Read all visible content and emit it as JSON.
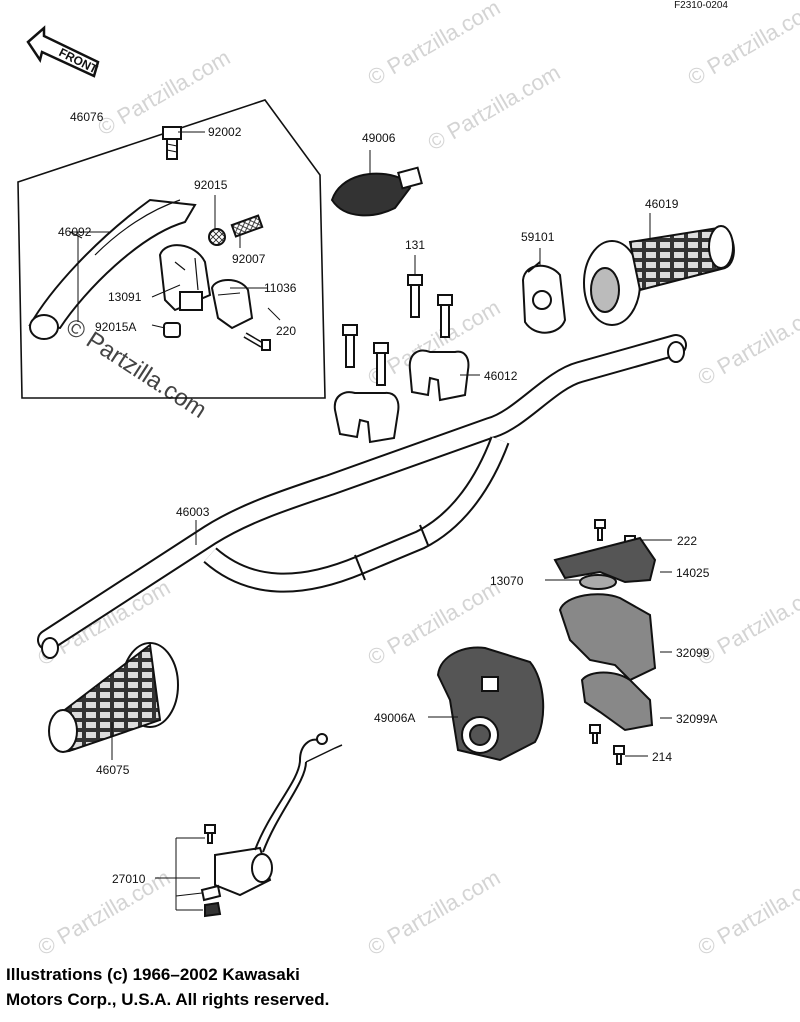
{
  "diagram_code": "F2310-0204",
  "front_arrow_label": "FRONT",
  "watermark_text": "© Partzilla.com",
  "watermark_corner_text": "© Partzilla.com",
  "copyright_line1": "Illustrations (c) 1966–2002 Kawasaki",
  "copyright_line2": "Motors Corp., U.S.A.  All rights reserved.",
  "labels": {
    "p46076": "46076",
    "p92002": "92002",
    "p92015": "92015",
    "p46092": "46092",
    "p92007": "92007",
    "p13091": "13091",
    "p11036": "11036",
    "p92015A": "92015A",
    "p220": "220",
    "p49006": "49006",
    "p46019": "46019",
    "p131": "131",
    "p59101": "59101",
    "p46012": "46012",
    "p46003": "46003",
    "p222": "222",
    "p13070": "13070",
    "p14025": "14025",
    "p32099": "32099",
    "p49006A": "49006A",
    "p32099A": "32099A",
    "p214": "214",
    "p46075": "46075",
    "p27010": "27010"
  }
}
